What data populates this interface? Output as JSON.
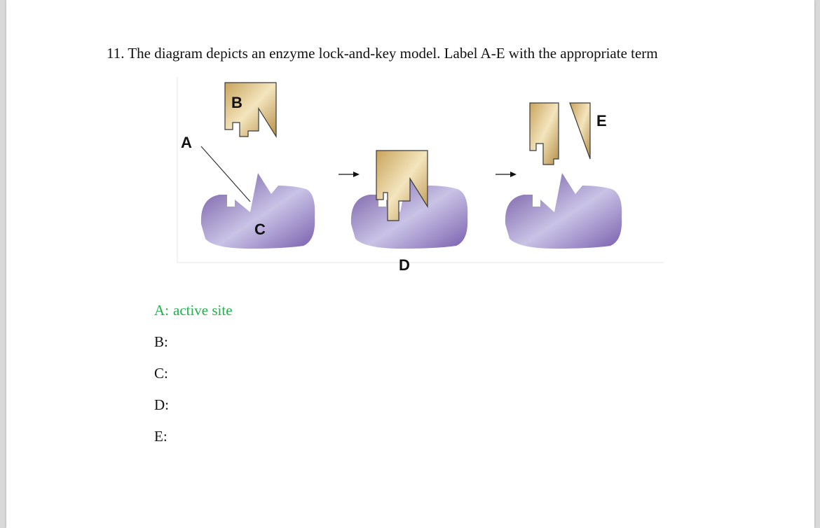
{
  "question": {
    "text": "11. The diagram depicts an enzyme lock-and-key model. Label A-E with the appropriate term"
  },
  "diagram": {
    "labels": {
      "a": "A",
      "b": "B",
      "c": "C",
      "d": "D",
      "e": "E"
    },
    "colors": {
      "enzyme": "#8068b0",
      "substrate": "#c8a45c"
    }
  },
  "answers": [
    {
      "letter": "A:",
      "value": "active site"
    },
    {
      "letter": "B:",
      "value": ""
    },
    {
      "letter": "C:",
      "value": ""
    },
    {
      "letter": "D:",
      "value": ""
    },
    {
      "letter": "E:",
      "value": ""
    }
  ]
}
